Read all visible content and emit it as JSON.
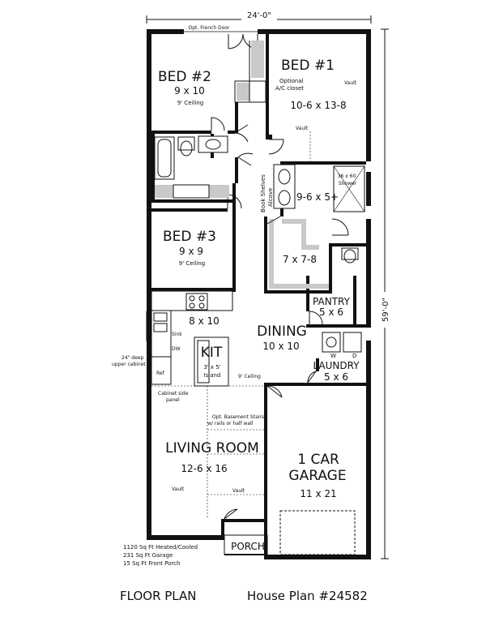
{
  "plan": {
    "overall_width": "24'-0\"",
    "overall_depth": "59'-0\"",
    "top_note": "Opt. French Door",
    "rooms": {
      "bed2": {
        "name": "BED #2",
        "size": "9 x 10",
        "ceiling": "9' Ceiling"
      },
      "bed1": {
        "name": "BED #1",
        "size": "10-6 x 13-8",
        "vault1": "Vault",
        "vault2": "Vault"
      },
      "bed3": {
        "name": "BED #3",
        "size": "9 x 9",
        "ceiling": "9' Ceiling"
      },
      "bath": {
        "size": "9-6 x 5+"
      },
      "shower": {
        "line1": "36 x 60",
        "line2": "Shower"
      },
      "wic": {
        "size": "7 x 7-8"
      },
      "pantry": {
        "name": "PANTRY",
        "size": "5 x 6"
      },
      "laundry": {
        "name": "LAUNDRY",
        "size": "5 x 6",
        "w": "W",
        "d": "D"
      },
      "dining": {
        "name": "DINING",
        "size": "10 x 10"
      },
      "kitchen": {
        "size": "8 x 10",
        "name": "KIT",
        "island1": "3' x 5'",
        "island2": "Island",
        "ceiling": "9' Ceiling"
      },
      "living": {
        "name": "LIVING ROOM",
        "size": "12-6 x 16",
        "vault1": "Vault",
        "vault2": "Vault"
      },
      "garage": {
        "name1": "1 CAR",
        "name2": "GARAGE",
        "size": "11 x 21"
      },
      "porch": {
        "name": "PORCH"
      }
    },
    "notes": {
      "ac_closet1": "Optional",
      "ac_closet2": "A/C closet",
      "book_shelves1": "Book Shelves",
      "book_shelves2": "Alcove",
      "sink": "Sink",
      "dw": "DW",
      "ref": "Ref",
      "upper_cab1": "24\" deep",
      "upper_cab2": "upper cabinet",
      "cab_side1": "Cabinet side",
      "cab_side2": "panel",
      "stairs1": "Opt. Basement Stairs",
      "stairs2": "w/ rails or half wall"
    },
    "stats": [
      "1120 Sq Ft Heated/Cooled",
      "231 Sq Ft Garage",
      "15 Sq Ft Front Porch"
    ],
    "footer_left": "FLOOR PLAN",
    "footer_right": "House Plan #24582"
  }
}
